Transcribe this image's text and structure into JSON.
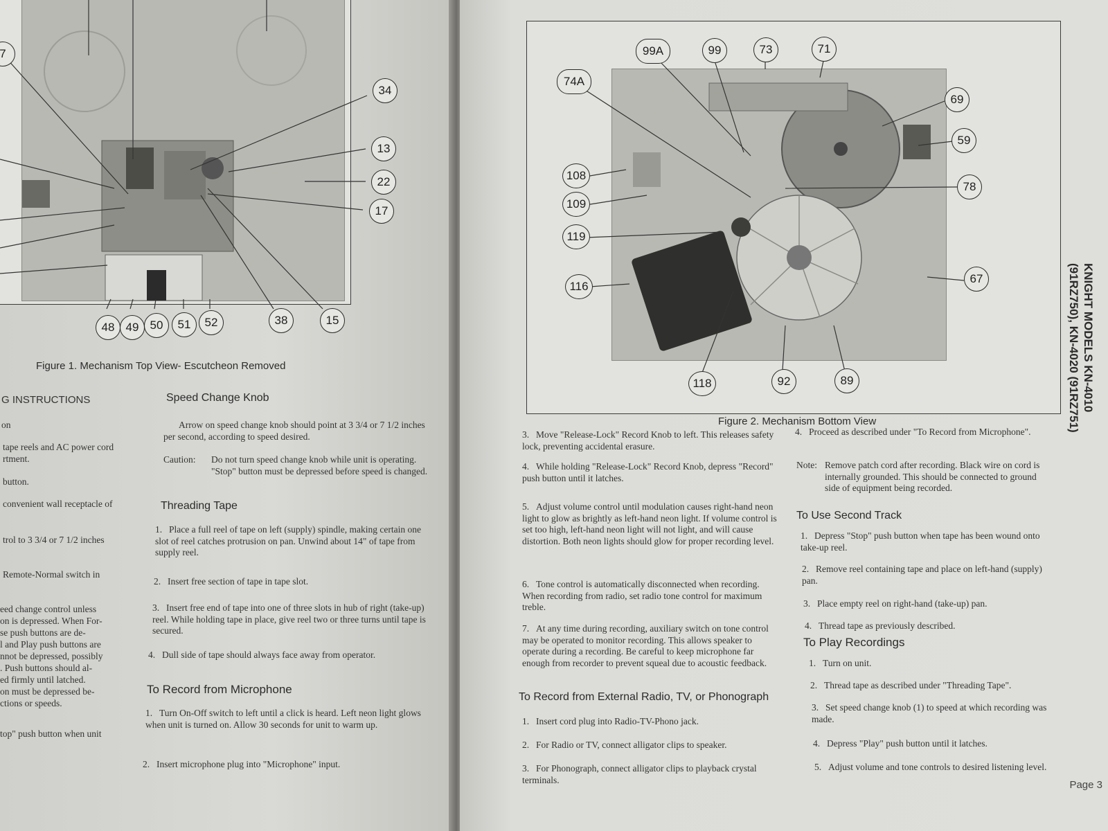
{
  "left_page": {
    "figure1": {
      "caption": "Figure 1. Mechanism Top View- Escutcheon Removed",
      "callouts": [
        "7",
        "34",
        "13",
        "22",
        "17",
        "48",
        "49",
        "50",
        "51",
        "52",
        "38",
        "15"
      ]
    },
    "left_fragments": [
      "G INSTRUCTIONS",
      "on",
      "tape reels and AC power cord",
      "rtment.",
      "button.",
      "convenient wall receptacle of",
      "trol to 3 3/4 or 7 1/2 inches",
      "Remote-Normal switch in",
      "eed change control unless",
      "on is depressed. When For-",
      "se push buttons are de-",
      "l and Play push buttons are",
      "nnot be depressed, possibly",
      ". Push buttons should al-",
      "ed firmly until latched.",
      "on must be depressed be-",
      "ctions or speeds.",
      "top\" push button when unit"
    ],
    "speed_change": {
      "heading": "Speed Change Knob",
      "para": "Arrow on speed change knob should point at 3 3/4 or 7 1/2 inches per second, according to speed desired.",
      "caution_label": "Caution:",
      "caution_text": "Do not turn speed change knob while unit is operating. \"Stop\" button must be depressed before speed is changed."
    },
    "threading": {
      "heading": "Threading Tape",
      "steps": [
        {
          "n": "1.",
          "t": "Place a full reel of tape on left (supply) spindle, making certain one slot of reel catches protrusion on pan. Unwind about 14\" of tape from supply reel."
        },
        {
          "n": "2.",
          "t": "Insert free section of tape in tape slot."
        },
        {
          "n": "3.",
          "t": "Insert free end of tape into one of three slots in hub of right (take-up) reel. While holding tape in place, give reel two or three turns until tape is secured."
        },
        {
          "n": "4.",
          "t": "Dull side of tape should always face away from operator."
        }
      ]
    },
    "record_mic": {
      "heading": "To Record from Microphone",
      "steps": [
        {
          "n": "1.",
          "t": "Turn On-Off switch to left until a click is heard. Left neon light glows when unit is turned on. Allow 30 seconds for unit to warm up."
        },
        {
          "n": "2.",
          "t": "Insert microphone plug into \"Microphone\" input."
        }
      ]
    }
  },
  "right_page": {
    "figure2": {
      "caption": "Figure 2. Mechanism Bottom View",
      "callouts": [
        "99A",
        "99",
        "73",
        "71",
        "74A",
        "69",
        "59",
        "108",
        "78",
        "109",
        "119",
        "116",
        "67",
        "118",
        "92",
        "89"
      ]
    },
    "col1_steps": [
      {
        "n": "3.",
        "t": "Move \"Release-Lock\" Record Knob to left. This releases safety lock, preventing accidental erasure."
      },
      {
        "n": "4.",
        "t": "While holding \"Release-Lock\" Record Knob, depress \"Record\" push button until it latches."
      },
      {
        "n": "5.",
        "t": "Adjust volume control until modulation causes right-hand neon light to glow as brightly as left-hand neon light. If volume control is set too high, left-hand neon light will not light, and will cause distortion. Both neon lights should glow for proper recording level."
      },
      {
        "n": "6.",
        "t": "Tone control is automatically disconnected when recording. When recording from radio, set radio tone control for maximum treble."
      },
      {
        "n": "7.",
        "t": "At any time during recording, auxiliary switch on tone control may be operated to monitor recording. This allows speaker to operate during a recording. Be careful to keep microphone far enough from recorder to prevent squeal due to acoustic feedback."
      }
    ],
    "external": {
      "heading": "To Record from External Radio, TV, or Phonograph",
      "steps": [
        {
          "n": "1.",
          "t": "Insert cord plug into Radio-TV-Phono jack."
        },
        {
          "n": "2.",
          "t": "For Radio or TV, connect alligator clips to speaker."
        },
        {
          "n": "3.",
          "t": "For Phonograph, connect alligator clips to playback crystal terminals."
        }
      ]
    },
    "col2_step4": {
      "n": "4.",
      "t": "Proceed as described under \"To Record from Microphone\"."
    },
    "note": {
      "label": "Note:",
      "t": "Remove patch cord after recording. Black wire on cord is internally grounded. This should be connected to ground side of equipment being recorded."
    },
    "second_track": {
      "heading": "To Use Second Track",
      "steps": [
        {
          "n": "1.",
          "t": "Depress \"Stop\" push button when tape has been wound onto take-up reel."
        },
        {
          "n": "2.",
          "t": "Remove reel containing tape and place on left-hand (supply) pan."
        },
        {
          "n": "3.",
          "t": "Place empty reel on right-hand (take-up) pan."
        },
        {
          "n": "4.",
          "t": "Thread tape as previously described."
        }
      ]
    },
    "play": {
      "heading": "To Play Recordings",
      "steps": [
        {
          "n": "1.",
          "t": "Turn on unit."
        },
        {
          "n": "2.",
          "t": "Thread tape as described under \"Threading Tape\"."
        },
        {
          "n": "3.",
          "t": "Set speed change knob (1) to speed at which recording was made."
        },
        {
          "n": "4.",
          "t": "Depress \"Play\" push button until it latches."
        },
        {
          "n": "5.",
          "t": "Adjust volume and tone controls to desired listening level."
        }
      ]
    },
    "side_title_line1": "KNIGHT MODELS KN-4010",
    "side_title_line2": "(91RZ750), KN-4020 (91RZ751)",
    "page_number": "Page 3"
  }
}
